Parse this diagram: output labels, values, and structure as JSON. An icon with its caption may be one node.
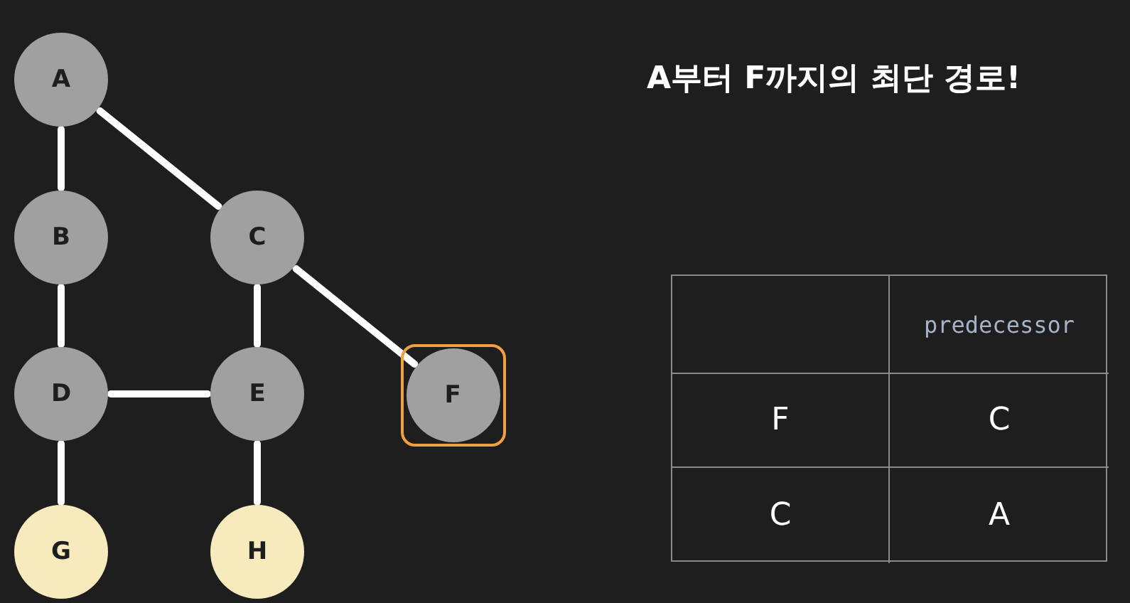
{
  "diagram": {
    "title": "A부터 F까지의 최단 경로!",
    "nodes": [
      {
        "text": [
          "A"
        ]
      },
      {
        "text": [
          "B"
        ]
      },
      {
        "text": [
          "C"
        ]
      },
      {
        "text": [
          "D"
        ]
      },
      {
        "text": [
          "E"
        ]
      },
      {
        "text": [],
        "shape": "box"
      },
      {
        "text": [
          "F"
        ],
        "in": 5
      },
      {
        "text": [
          "G"
        ]
      },
      {
        "text": [
          "H"
        ]
      }
    ],
    "edges": [
      {
        "from": 0,
        "to": 1,
        "arrow": "none"
      },
      {
        "from": 0,
        "to": 2,
        "arrow": "none"
      },
      {
        "from": 1,
        "to": 3,
        "arrow": "none"
      },
      {
        "from": 2,
        "to": 4,
        "arrow": "none"
      },
      {
        "from": 2,
        "to": 6,
        "arrow": "none"
      },
      {
        "from": 3,
        "to": 4,
        "arrow": "none"
      },
      {
        "from": 3,
        "to": 7,
        "arrow": "none"
      },
      {
        "from": 4,
        "to": 8,
        "arrow": "none"
      }
    ],
    "labels": [
      "predecessor",
      "F",
      "C",
      "C",
      "A"
    ]
  }
}
